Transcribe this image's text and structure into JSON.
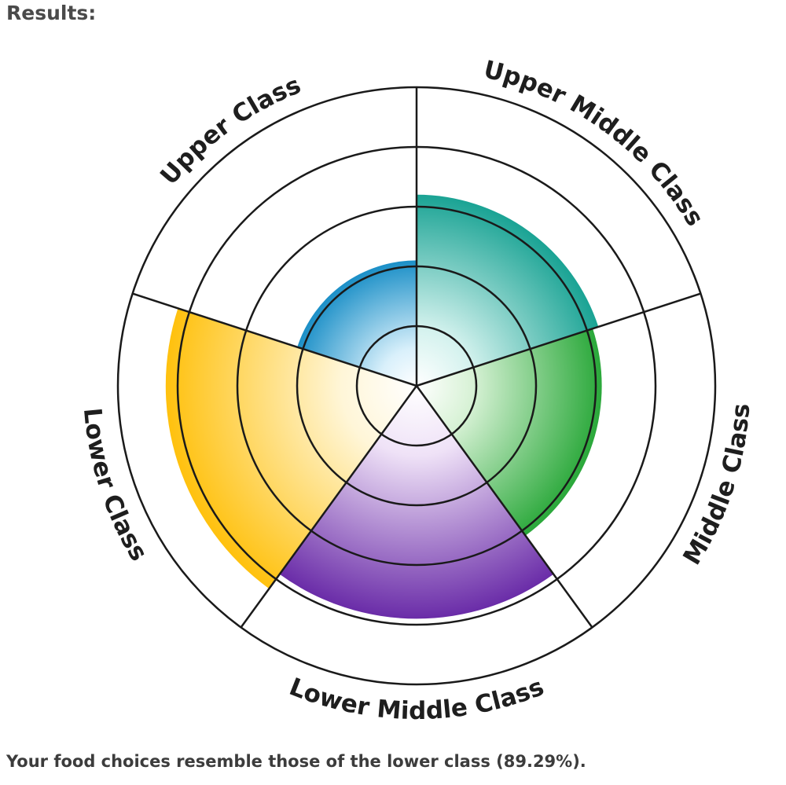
{
  "heading": "Results:",
  "result_text": "Your food choices resemble those of the lower class (89.29%).",
  "chart_data": {
    "type": "radial-bar",
    "title": "",
    "rings": 5,
    "categories": [
      "Upper Middle Class",
      "Middle Class",
      "Lower Middle Class",
      "Lower Class",
      "Upper Class"
    ],
    "values": [
      3.2,
      3.1,
      3.9,
      4.2,
      2.1
    ],
    "rmax": 5,
    "colors": [
      "#1aa394",
      "#2aa83a",
      "#6a2ca8",
      "#ffc10e",
      "#1b8fc7"
    ],
    "light_colors": [
      "#d4f2ee",
      "#d8f2d6",
      "#efe2f7",
      "#fff6d8",
      "#d9f0fb"
    ],
    "highlight": "Lower Class",
    "highlight_value_pct": 89.29
  }
}
